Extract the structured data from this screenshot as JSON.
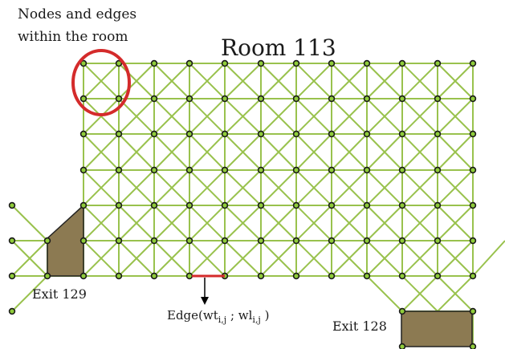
{
  "annotation": {
    "line1": "Nodes and edges",
    "line2": "within the room"
  },
  "room": {
    "title": "Room 113"
  },
  "exits": [
    {
      "label": "Exit 129"
    },
    {
      "label": "Exit 128"
    }
  ],
  "edge_label": {
    "prefix": "Edge(wt",
    "sub1": "i,j",
    "mid": " ; wl",
    "sub2": "i,j",
    "suffix": " )"
  },
  "colors": {
    "edge": "#99c24d",
    "node_stroke": "#1a1a1a",
    "node_fill": "#8fcc3a",
    "exit_fill": "#8c7a52",
    "highlight": "#d42b2b",
    "arrow": "#000000"
  }
}
